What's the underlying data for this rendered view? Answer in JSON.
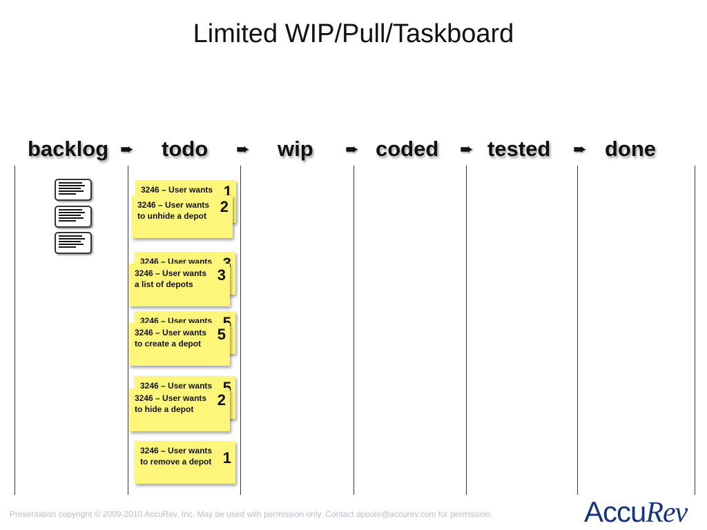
{
  "slide": {
    "title": "Limited WIP/Pull/Taskboard"
  },
  "columns": [
    "backlog",
    "todo",
    "wip",
    "coded",
    "tested",
    "done"
  ],
  "arrow_glyph": "➨",
  "cards": [
    {
      "text": "3246 – User wants",
      "num": "1"
    },
    {
      "text": "3246 – User wants\nto unhide a depot",
      "num": "2"
    },
    {
      "text": "3246 – User wants",
      "num": "3"
    },
    {
      "text": "3246 – User wants\na list of depots",
      "num": "3"
    },
    {
      "text": "3246 – User wants",
      "num": "5"
    },
    {
      "text": "3246 – User wants\nto create a depot",
      "num": "5"
    },
    {
      "text": "3246 – User wants",
      "num": "5"
    },
    {
      "text": "3246 – User wants\nto hide a depot",
      "num": "2"
    },
    {
      "text": "3246 – User wants\nto remove a depot",
      "num": "1"
    }
  ],
  "footer": {
    "copyright": "Presentation copyright © 2009-2010 AccuRev, Inc. May be used with permission  only. Contact dpoole@accurev.com for permission.",
    "logo_part1": "Accu",
    "logo_part2": "Rev"
  },
  "colors": {
    "card": "#fdf67a",
    "logo": "#17357a",
    "footer_text": "#b9bcd0"
  }
}
